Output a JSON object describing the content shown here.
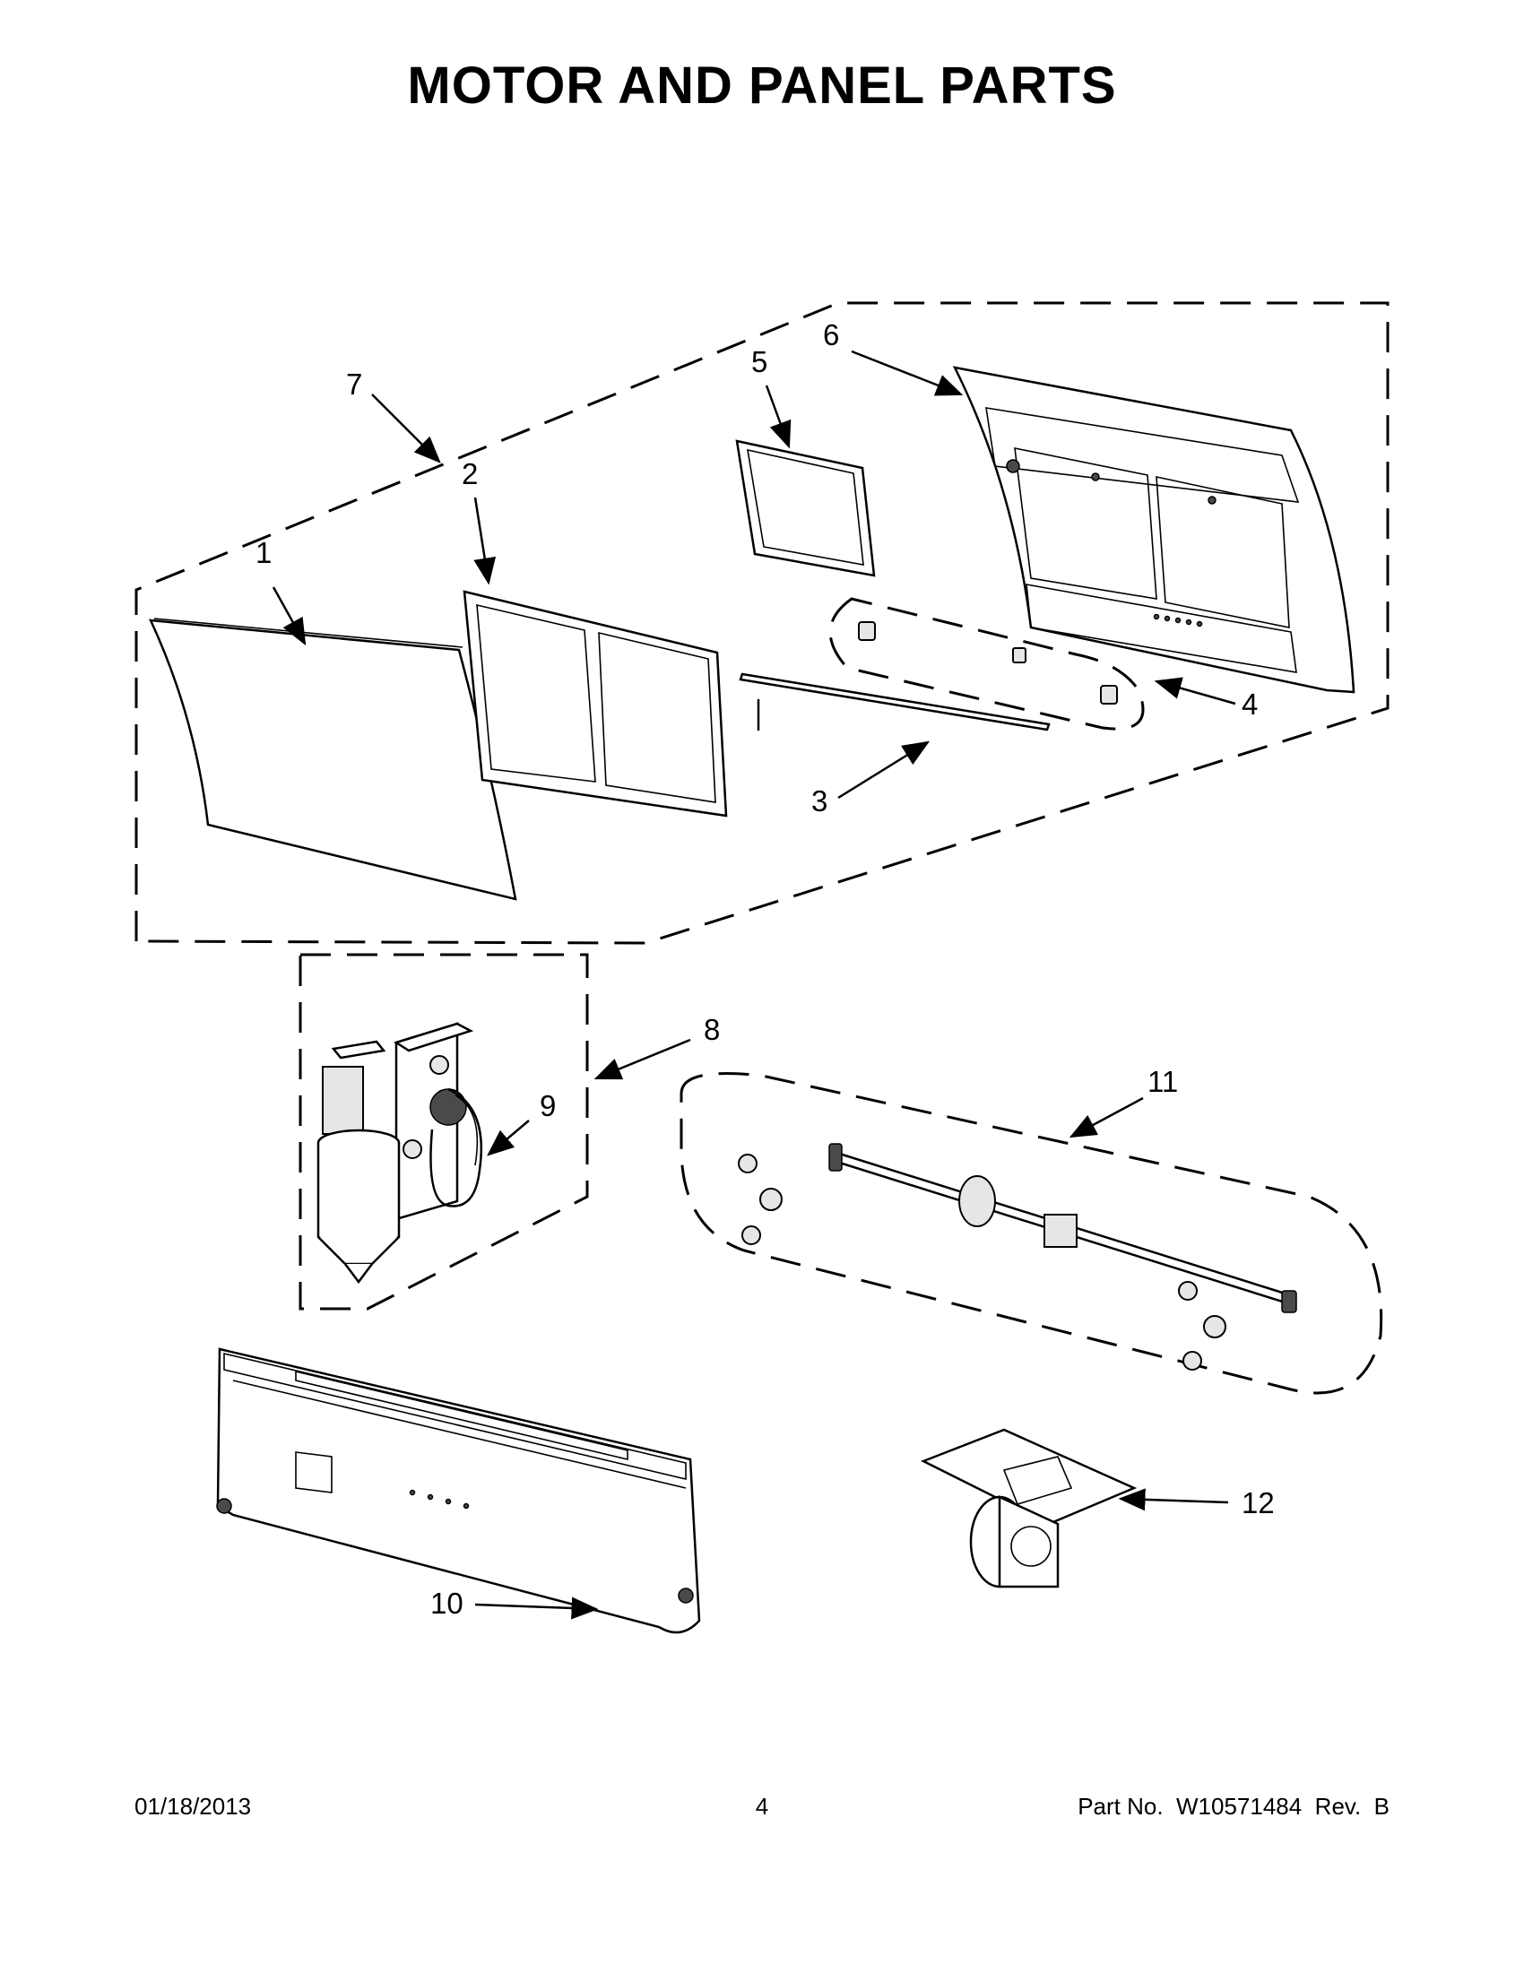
{
  "title": "MOTOR AND PANEL PARTS",
  "callouts": {
    "c1": "1",
    "c2": "2",
    "c3": "3",
    "c4": "4",
    "c5": "5",
    "c6": "6",
    "c7": "7",
    "c8": "8",
    "c9": "9",
    "c10": "10",
    "c11": "11",
    "c12": "12"
  },
  "footer": {
    "date": "01/18/2013",
    "page": "4",
    "part_label": "Part No.  W10571484  Rev.  B"
  }
}
